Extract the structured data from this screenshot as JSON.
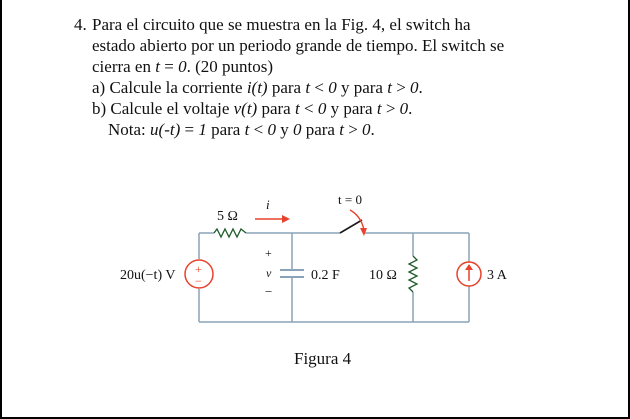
{
  "problem": {
    "number": "4.",
    "line1": "Para el circuito que se muestra en la Fig. 4, el switch ha",
    "line2": "estado abierto por un periodo grande de tiempo. El switch se",
    "line3_pre": "cierra en ",
    "line3_var": "t",
    "line3_eq": " = ",
    "line3_val": "0",
    "line3_post": ". (20 puntos)",
    "part_a_pre": "a) Calcule la corriente ",
    "part_a_var": "i(t)",
    "part_a_mid1": " para ",
    "part_a_t1": "t",
    "part_a_cond1": " < ",
    "part_a_zero1": "0",
    "part_a_mid2": " y para ",
    "part_a_t2": "t",
    "part_a_cond2": " > ",
    "part_a_zero2": "0",
    "part_a_end": ".",
    "part_b_pre": "b) Calcule el voltaje ",
    "part_b_var": "v(t)",
    "part_b_mid1": " para ",
    "part_b_t1": "t",
    "part_b_cond1": " < ",
    "part_b_zero1": "0",
    "part_b_mid2": " y para ",
    "part_b_t2": "t",
    "part_b_cond2": " > ",
    "part_b_zero2": "0",
    "part_b_end": ".",
    "note_label": "Nota: ",
    "note_expr": "u(-t)",
    "note_eq": " = ",
    "note_one": "1",
    "note_mid1": " para ",
    "note_t1": "t",
    "note_cond1": " < ",
    "note_zero1": "0",
    "note_y": " y ",
    "note_zero2": "0",
    "note_mid2": " para ",
    "note_t2": "t",
    "note_cond2": " > ",
    "note_zero3": "0",
    "note_end": "."
  },
  "circuit": {
    "source_label": "20u(−t) V",
    "resistor1_label": "5 Ω",
    "current_label": "i",
    "switch_label": "t = 0",
    "cap_plus": "+",
    "cap_var": "v",
    "cap_minus": "−",
    "cap_label": "0.2 F",
    "resistor2_label": "10 Ω",
    "current_source_label": "3 A",
    "source_plus": "+",
    "source_minus": "−",
    "wire_color": "#8aa3b8",
    "source_color": "#e8412c"
  },
  "figure": {
    "caption": "Figura 4"
  }
}
